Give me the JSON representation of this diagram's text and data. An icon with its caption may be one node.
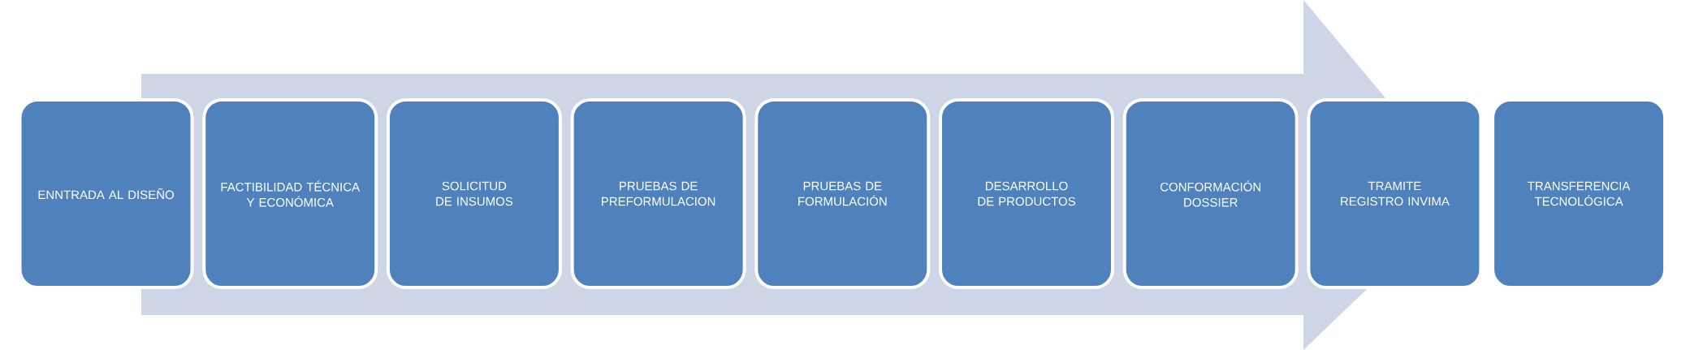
{
  "diagram": {
    "nodes": [
      {
        "text": [
          "ENNTRADA AL DISEÑO"
        ]
      },
      {
        "text": [
          "FACTIBILIDAD TÉCNICA Y ECONÓMICA"
        ]
      },
      {
        "text": [
          "SOLICITUD DE INSUMOS"
        ]
      },
      {
        "text": [
          "PRUEBAS DE PREFORMULACION"
        ]
      },
      {
        "text": [
          "PRUEBAS DE FORMULACIÓN"
        ]
      },
      {
        "text": [
          "DESARROLLO DE PRODUCTOS"
        ]
      },
      {
        "text": [
          "CONFORMACIÓN DOSSIER"
        ]
      },
      {
        "text": [
          "TRAMITE REGISTRO INVIMA"
        ]
      },
      {
        "text": [
          "TRANSFERENCIA TECNOLÓGICA"
        ]
      }
    ]
  }
}
